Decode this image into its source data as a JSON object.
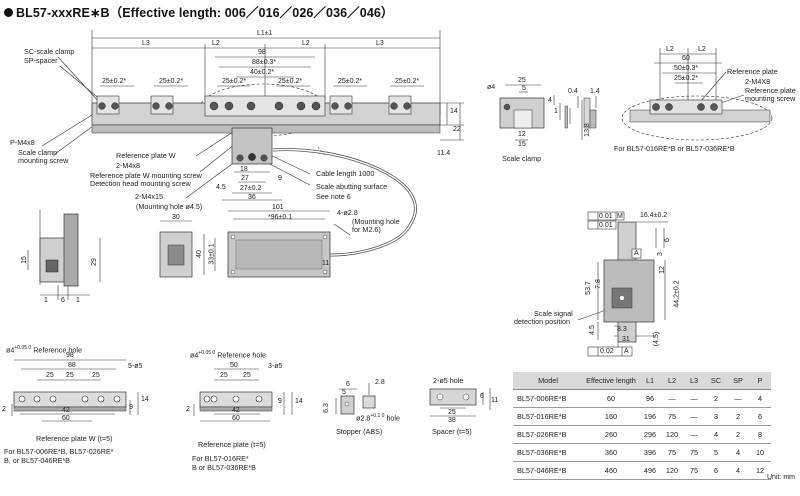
{
  "title": "BL57-xxxRE∗B（Effective length: 006／016／026／036／046）",
  "colors": {
    "line": "#333333",
    "part_fill": "#c9c9c9",
    "part_dark": "#7a7a7a",
    "table_header": "#d9d9d9"
  },
  "main_view": {
    "l1_label": "L1±1",
    "l3_left": "L3",
    "l2_left": "L2",
    "l2_right": "L2",
    "l3_right": "L3",
    "dim_98": "98",
    "dim_88": "88±0.3*",
    "dim_40": "40±0.2*",
    "clamp_pitch_1": "25±0.2*",
    "clamp_pitch_2": "25±0.2*",
    "clamp_pitch_3": "25±0.2*",
    "clamp_pitch_4": "25±0.2*",
    "clamp_pitch_5": "25±0.2*",
    "clamp_pitch_6": "25±0.2*",
    "h_14": "14",
    "h_22": "22",
    "h_11_4": "11.4",
    "sc_scale_clamp": "SC-scale clamp",
    "sp_spacer": "SP-spacer",
    "p_m4x8": "P-M4x8",
    "scale_clamp_screw_1": "Scale clamp",
    "scale_clamp_screw_2": "mounting screw",
    "ref_plate_w": "Reference plate W",
    "two_m4x8": "2-M4x8",
    "ref_plate_w_screw": "Reference plate W mounting screw",
    "detection_head_screw": "Detection head mounting screw",
    "two_m4x15": "2-M4x15",
    "mounting_hole_45": "(Mounting hole ø4.5)",
    "dim_18": "18",
    "dim_27": "27",
    "dim_27_02": "27±0.2",
    "dim_9": "9",
    "dim_4_5": "4.5",
    "dim_36": "36",
    "cable_length": "Cable length 1000",
    "scale_abutting_surface": "Scale abutting surface",
    "see_note": "See note 6"
  },
  "head_view": {
    "dim_30": "30",
    "dim_101": "101",
    "dim_96": "*96±0.1",
    "dim_40": "40",
    "dim_33": "33±0.1",
    "dim_11": "11",
    "hole_label": "4-ø2.8",
    "hole_note_1": "(Mounting hole",
    "hole_note_2": "for M2.6)"
  },
  "scale_clamp_view": {
    "dia": "ø4",
    "d25": "25",
    "d5": "5",
    "d4": "4",
    "d1": "1",
    "d0_4": "0.4",
    "d1_4": "1.4",
    "d12": "12",
    "d15": "15",
    "d13_8": "13.8",
    "label": "Scale clamp"
  },
  "reference_plate_view": {
    "l2a": "L2",
    "l2b": "L2",
    "d60": "60",
    "d50": "50±0.3*",
    "d25": "25±0.2*",
    "label": "Reference plate",
    "screw": "2-M4X8",
    "screw_label": "Reference plate mounting screw",
    "note": "For BL57-016RE*B or BL57-036RE*B"
  },
  "side_view": {
    "d15": "15",
    "d29": "29",
    "d1a": "1",
    "d6": "6",
    "d1b": "1"
  },
  "right_view": {
    "tol1": "0.01",
    "tol1_ref": "M",
    "tol2": "0.01",
    "d16_4": "16.4±0.2",
    "d6": "6",
    "d3": "3",
    "d12": "12",
    "d53_7": "53.7",
    "d7_8": "7.8",
    "d44_2": "44.2±0.2",
    "d4_5": "4.5",
    "d8_3": "8.3",
    "d31": "31",
    "d4_5b": "(4.5)",
    "tol3": "0.02",
    "tol3_ref": "A",
    "datum": "A",
    "signal_pos_1": "Scale signal",
    "signal_pos_2": "detection position"
  },
  "plate_w_view": {
    "hole": "ø4",
    "hole_tol": "+0.05 0",
    "hole_label": "Reference hole",
    "d98": "98",
    "d88": "88",
    "d25a": "25",
    "d25b": "25",
    "d25c": "25",
    "d5_5": "5-ø5",
    "d42": "42",
    "d60": "60",
    "d2": "2",
    "d9": "9",
    "d14": "14",
    "caption": "Reference plate W (t=5)",
    "note_1": "For BL57-006RE*B, BL57-026RE*",
    "note_2": "B, or BL57-046RE*B"
  },
  "plate_view": {
    "hole": "ø4",
    "hole_tol": "+0.05 0",
    "hole_label": "Reference hole",
    "d50": "50",
    "d25a": "25",
    "d25b": "25",
    "d3_5": "3-ø5",
    "d42": "42",
    "d60": "60",
    "d2": "2",
    "d9": "9",
    "d14": "14",
    "caption": "Reference plate (t=5)",
    "note_1": "For BL57-016RE*",
    "note_2": "B or BL57-036RE*B"
  },
  "stopper_view": {
    "d6": "6",
    "d5": "5",
    "d2_8": "2.8",
    "d6_3": "6.3",
    "hole": "ø2.8",
    "hole_tol": "+0.1 0",
    "hole_suffix": "hole",
    "caption": "Stopper (ABS)"
  },
  "spacer_view": {
    "hole": "2-ø5 hole",
    "d25": "25",
    "d38": "38",
    "d6": "6",
    "d11": "11",
    "caption": "Spacer (t=5)"
  },
  "spec_table": {
    "headers": [
      "Model",
      "Effective length",
      "L1",
      "L2",
      "L3",
      "SC",
      "SP",
      "P"
    ],
    "rows": [
      [
        "BL57-006RE*B",
        "60",
        "96",
        "—",
        "—",
        "2",
        "—",
        "4"
      ],
      [
        "BL57-016RE*B",
        "160",
        "196",
        "75",
        "—",
        "3",
        "2",
        "6"
      ],
      [
        "BL57-026RE*B",
        "260",
        "296",
        "120",
        "—",
        "4",
        "2",
        "8"
      ],
      [
        "BL57-036RE*B",
        "360",
        "396",
        "75",
        "75",
        "5",
        "4",
        "10"
      ],
      [
        "BL57-046RE*B",
        "460",
        "496",
        "120",
        "75",
        "6",
        "4",
        "12"
      ]
    ]
  },
  "unit": "Unit: mm"
}
